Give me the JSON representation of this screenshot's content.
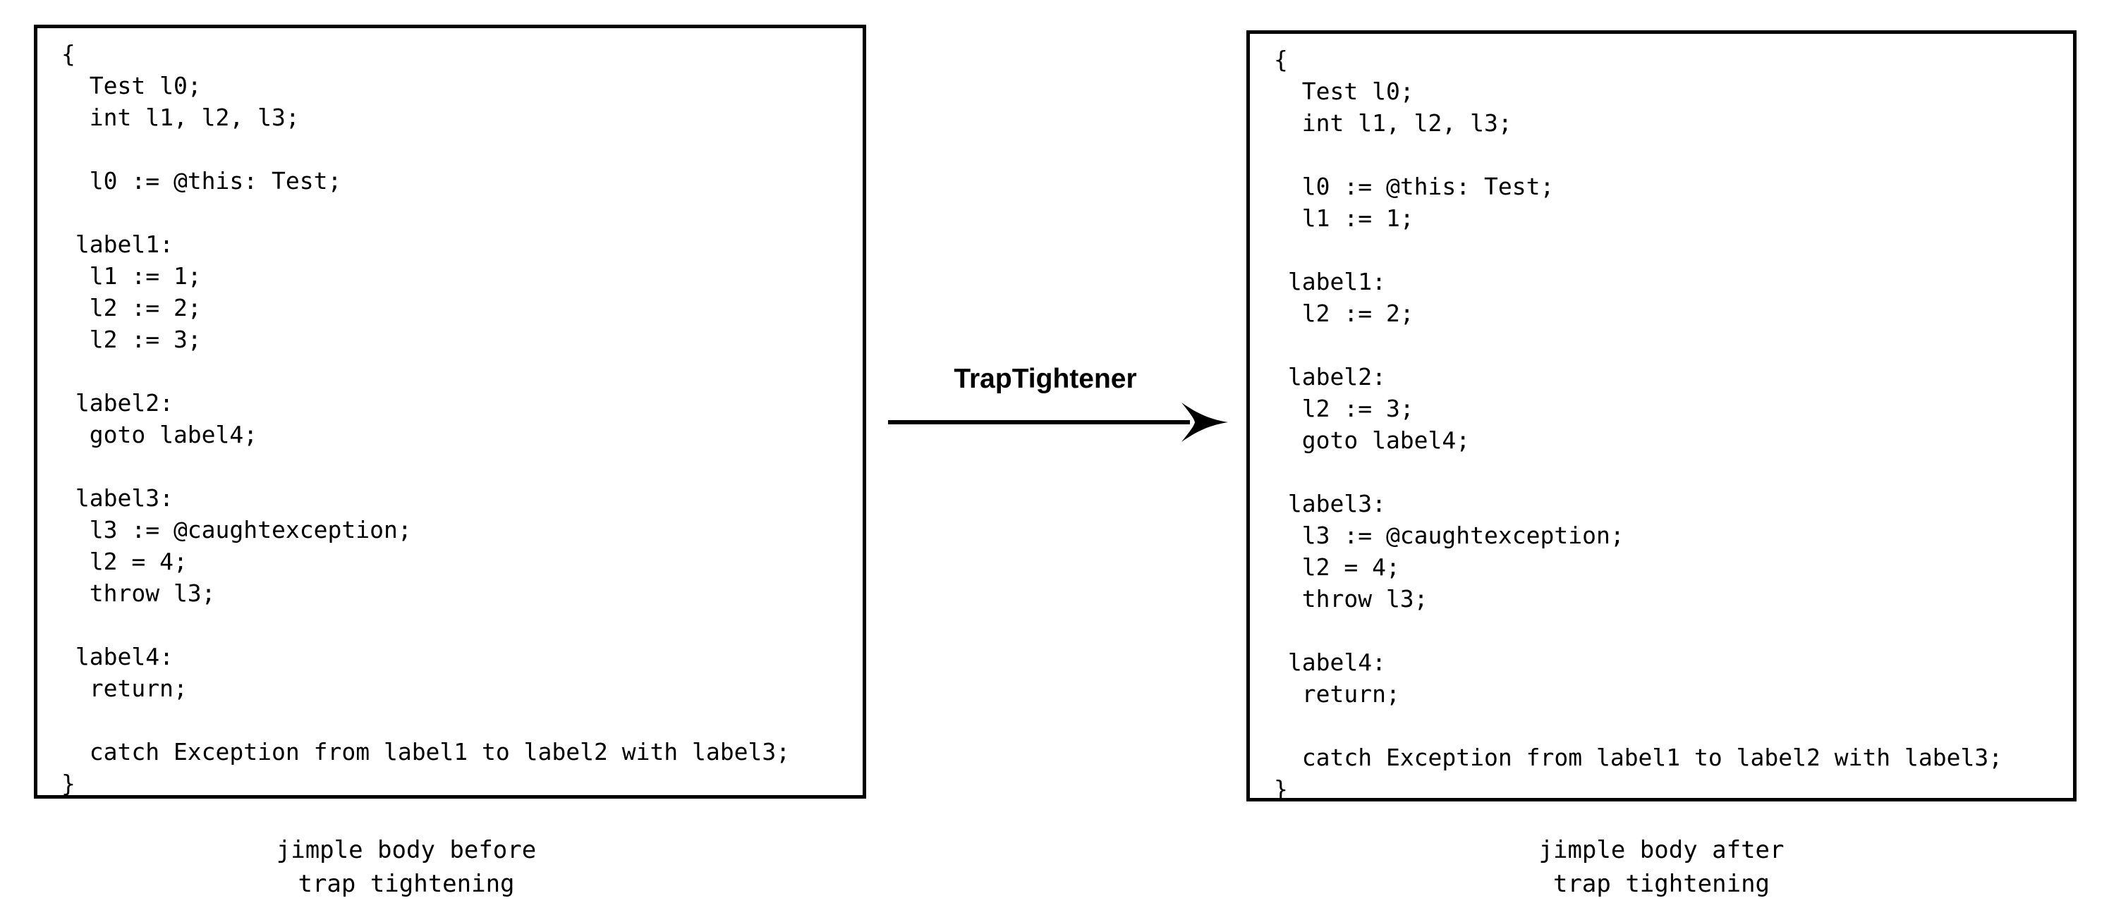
{
  "diagram": {
    "colors": {
      "text": "#000000",
      "border": "#000000",
      "background": "#ffffff",
      "arrow": "#000000"
    },
    "before": {
      "code_lines": [
        "{",
        "  Test l0;",
        "  int l1, l2, l3;",
        "",
        "  l0 := @this: Test;",
        "",
        " label1:",
        "  l1 := 1;",
        "  l2 := 2;",
        "  l2 := 3;",
        "",
        " label2:",
        "  goto label4;",
        "",
        " label3:",
        "  l3 := @caughtexception;",
        "  l2 = 4;",
        "  throw l3;",
        "",
        " label4:",
        "  return;",
        "",
        "  catch Exception from label1 to label2 with label3;",
        "}"
      ],
      "caption_lines": [
        "jimple body before",
        "trap tightening"
      ]
    },
    "transform": {
      "label": "TrapTightener"
    },
    "after": {
      "code_lines": [
        "{",
        "  Test l0;",
        "  int l1, l2, l3;",
        "",
        "  l0 := @this: Test;",
        "  l1 := 1;",
        "",
        " label1:",
        "  l2 := 2;",
        "",
        " label2:",
        "  l2 := 3;",
        "  goto label4;",
        "",
        " label3:",
        "  l3 := @caughtexception;",
        "  l2 = 4;",
        "  throw l3;",
        "",
        " label4:",
        "  return;",
        "",
        "  catch Exception from label1 to label2 with label3;",
        "}"
      ],
      "caption_lines": [
        "jimple body after",
        "trap tightening"
      ]
    }
  }
}
